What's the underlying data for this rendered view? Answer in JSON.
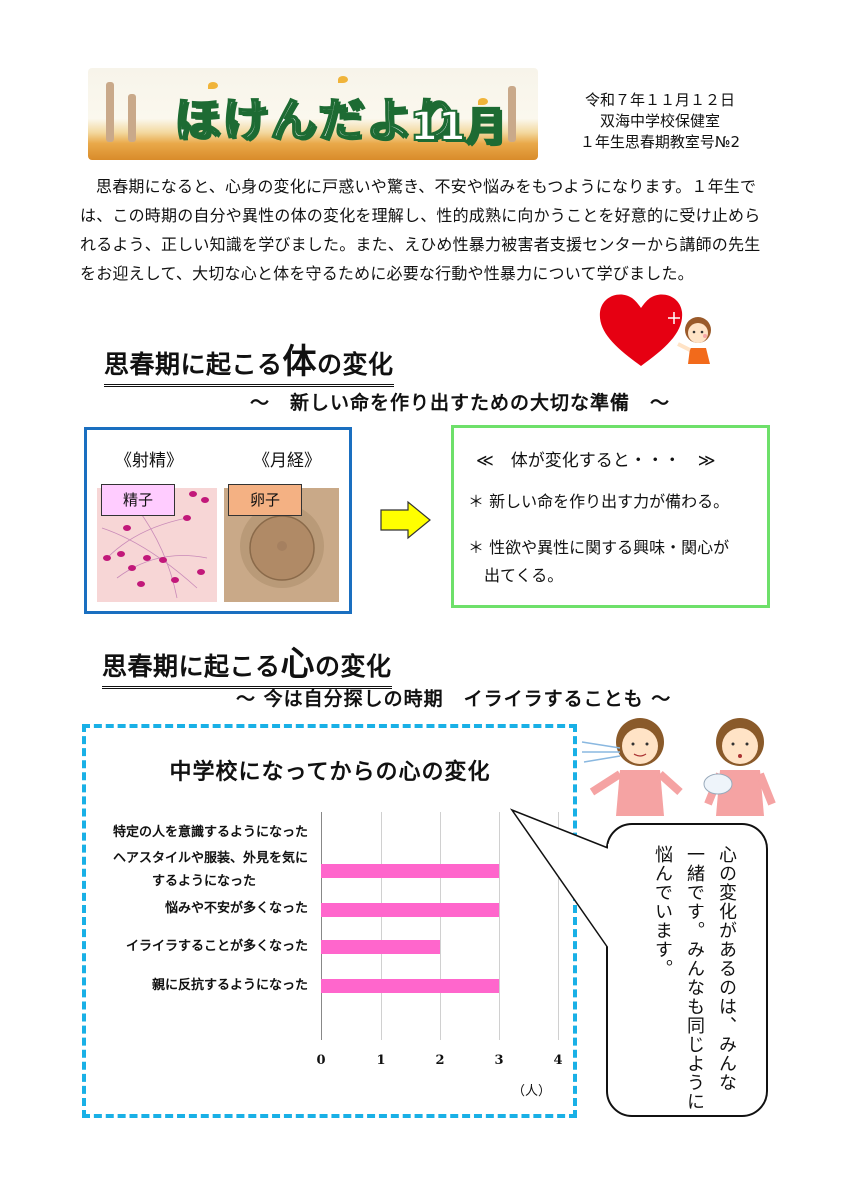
{
  "banner": {
    "title": "ほけんだより",
    "month": "11月"
  },
  "header": {
    "date": "令和７年１１月１２日",
    "school": "双海中学校保健室",
    "issue": "１年生思春期教室号№2"
  },
  "intro": {
    "text": "思春期になると、心身の変化に戸惑いや驚き、不安や悩みをもつようになります。１年生では、この時期の自分や異性の体の変化を理解し、性的成熟に向かうことを好意的に受け止められるよう、正しい知識を学びました。また、えひめ性暴力被害者支援センターから講師の先生をお迎えして、大切な心と体を守るために必要な行動や性暴力について学びました。"
  },
  "section_body": {
    "heading_pre": "思春期に起こる",
    "heading_big": "体",
    "heading_post": "の変化",
    "subheading": "～　新しい命を作り出すための大切な準備　～",
    "left_box": {
      "col1_title": "《射精》",
      "col2_title": "《月経》",
      "col1_label": "精子",
      "col2_label": "卵子"
    },
    "right_box": {
      "title": "≪　体が変化すると・・・　≫",
      "items": [
        "＊ 新しい命を作り出す力が備わる。",
        "＊ 性欲や異性に関する興味・関心が",
        "出てくる。"
      ]
    }
  },
  "section_mind": {
    "heading_pre": "思春期に起こる",
    "heading_big": "心",
    "heading_post": "の変化",
    "subheading": "～ 今は自分探しの時期　イライラすることも ～"
  },
  "speech_bubble": {
    "lines": [
      "心の変化があるのは、みんな",
      "一緒です。みんなも同じように",
      "悩んでいます。"
    ]
  },
  "chart_data": {
    "type": "bar",
    "orientation": "horizontal",
    "title": "中学校になってからの心の変化",
    "categories": [
      "特定の人を意識するようになった",
      "ヘアスタイルや服装、外見を気にするようになった",
      "悩みや不安が多くなった",
      "イライラすることが多くなった",
      "親に反抗するようになった"
    ],
    "category_label_lines": [
      [
        "特定の人を意識するようになった"
      ],
      [
        "ヘアスタイルや服装、外見を気に",
        "するようになった"
      ],
      [
        "悩みや不安が多くなった"
      ],
      [
        "イライラすることが多くなった"
      ],
      [
        "親に反抗するようになった"
      ]
    ],
    "values": [
      0,
      3,
      3,
      2,
      3
    ],
    "xlabel": "（人）",
    "ylabel": "",
    "xlim": [
      0,
      4
    ],
    "xticks": [
      "0",
      "1",
      "2",
      "3",
      "4"
    ],
    "grid": true,
    "bar_color": "#ff66cc"
  },
  "colors": {
    "blue_box": "#1a6fc0",
    "green_box": "#6ee06a",
    "dash_box": "#19b0e6",
    "bar": "#ff66cc",
    "heart": "#e60012",
    "arrow": "#ffff00",
    "sperm_label_bg": "#ffccff",
    "egg_label_bg": "#f4b183"
  }
}
